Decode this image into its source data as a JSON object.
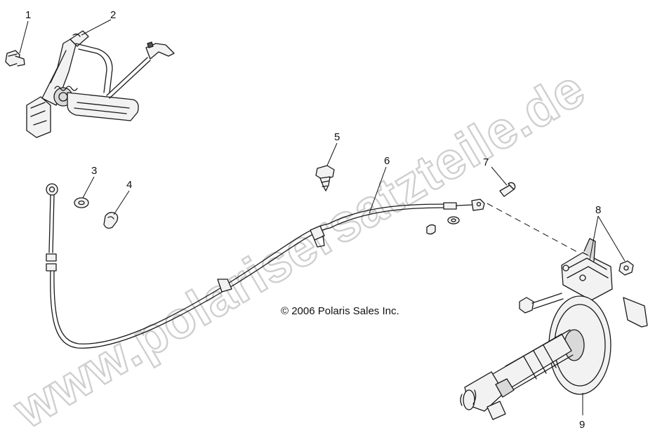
{
  "diagram": {
    "watermark": "www.polarisersatzteile.de",
    "copyright": "© 2006 Polaris Sales Inc.",
    "callouts": [
      {
        "id": "1",
        "label": "1"
      },
      {
        "id": "2",
        "label": "2"
      },
      {
        "id": "3",
        "label": "3"
      },
      {
        "id": "4",
        "label": "4"
      },
      {
        "id": "5",
        "label": "5"
      },
      {
        "id": "6",
        "label": "6"
      },
      {
        "id": "7",
        "label": "7"
      },
      {
        "id": "8",
        "label": "8"
      },
      {
        "id": "9",
        "label": "9"
      }
    ]
  }
}
